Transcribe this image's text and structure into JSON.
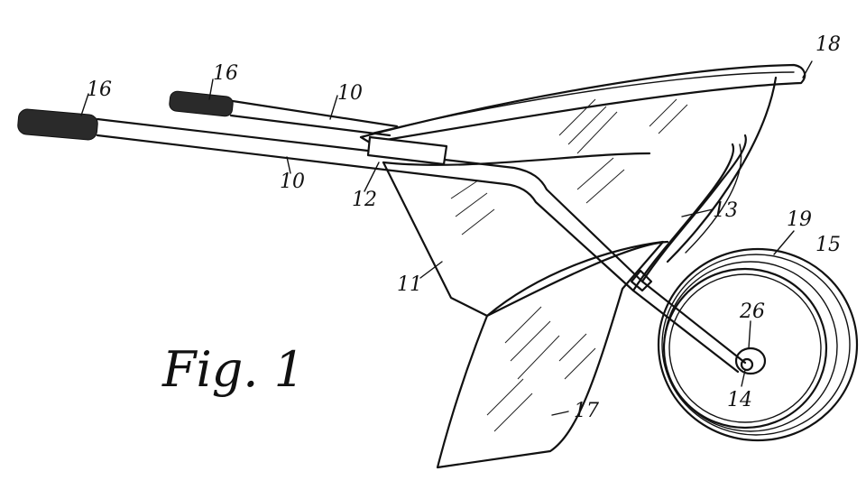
{
  "figure": {
    "caption": "Fig. 1",
    "labels": {
      "handle_grip_rear": "16",
      "handle_grip_front": "16",
      "handle_rear": "10",
      "handle_front": "10",
      "bracket": "12",
      "tray_body": "11",
      "brace": "13",
      "tire": "19",
      "wheel": "15",
      "hub": "26",
      "axle": "14",
      "scoop": "17",
      "rim": "18"
    }
  }
}
